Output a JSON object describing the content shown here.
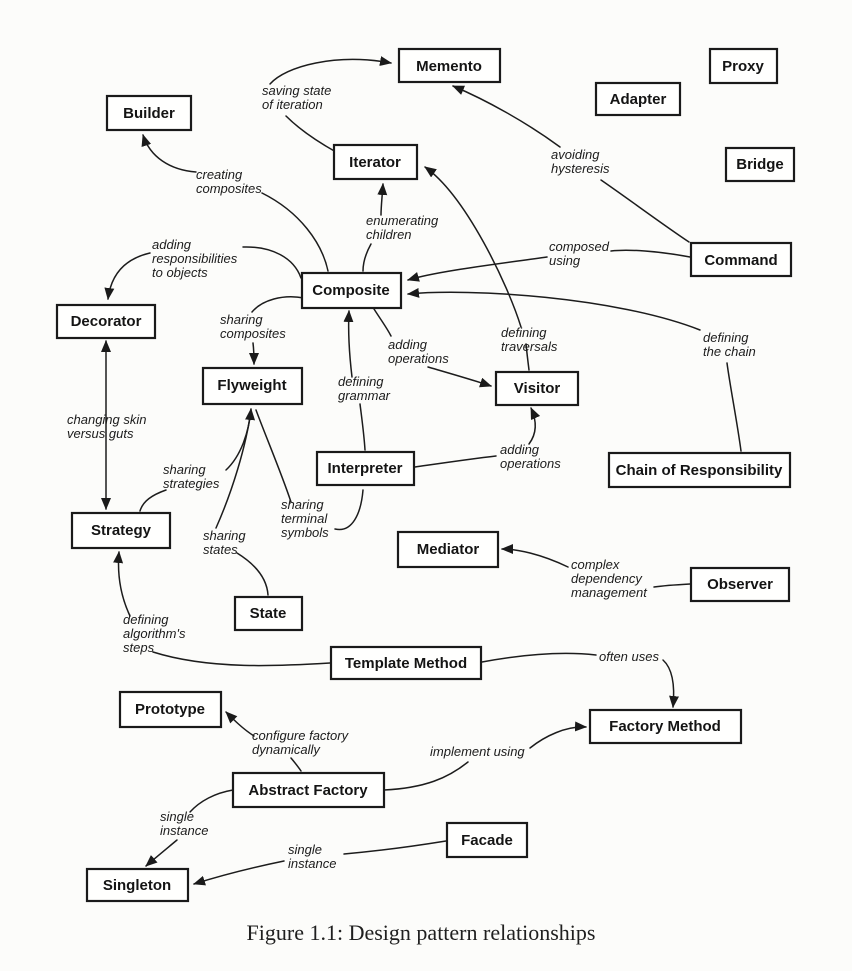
{
  "page": {
    "caption": "Figure 1.1: Design pattern relationships",
    "background": "#fcfcfa",
    "ink": "#1c1c1c",
    "box_fill": "#fffffe"
  },
  "patterns": {
    "builder": "Builder",
    "memento": "Memento",
    "proxy": "Proxy",
    "adapter": "Adapter",
    "iterator": "Iterator",
    "bridge": "Bridge",
    "command": "Command",
    "composite": "Composite",
    "decorator": "Decorator",
    "flyweight": "Flyweight",
    "visitor": "Visitor",
    "interpreter": "Interpreter",
    "chain_of_responsibility": "Chain of Responsibility",
    "strategy": "Strategy",
    "mediator": "Mediator",
    "observer": "Observer",
    "state": "State",
    "template_method": "Template Method",
    "prototype": "Prototype",
    "factory_method": "Factory Method",
    "abstract_factory": "Abstract Factory",
    "facade": "Facade",
    "singleton": "Singleton"
  },
  "labels": {
    "saving_state": [
      "saving state",
      "of iteration"
    ],
    "creating_composites": [
      "creating",
      "composites"
    ],
    "avoiding_hysteresis": [
      "avoiding",
      "hysteresis"
    ],
    "enumerating_children": [
      "enumerating",
      "children"
    ],
    "composed_using": [
      "composed",
      "using"
    ],
    "adding_responsibilities": [
      "adding",
      "responsibilities",
      "to objects"
    ],
    "sharing_composites": [
      "sharing",
      "composites"
    ],
    "adding_operations_composite": [
      "adding",
      "operations"
    ],
    "defining_traversals": [
      "defining",
      "traversals"
    ],
    "defining_the_chain": [
      "defining",
      "the chain"
    ],
    "defining_grammar": [
      "defining",
      "grammar"
    ],
    "changing_skin": [
      "changing skin",
      "versus guts"
    ],
    "sharing_strategies": [
      "sharing",
      "strategies"
    ],
    "adding_operations_interpreter": [
      "adding",
      "operations"
    ],
    "sharing_terminal": [
      "sharing",
      "terminal",
      "symbols"
    ],
    "sharing_states": [
      "sharing",
      "states"
    ],
    "complex_dependency": [
      "complex",
      "dependency",
      "management"
    ],
    "defining_algorithms": [
      "defining",
      "algorithm's",
      "steps"
    ],
    "often_uses": [
      "often uses"
    ],
    "configure_factory": [
      "configure factory",
      "dynamically"
    ],
    "implement_using": [
      "implement using"
    ],
    "single_instance_left": [
      "single",
      "instance"
    ],
    "single_instance_right": [
      "single",
      "instance"
    ]
  },
  "edges": [
    {
      "from": "iterator",
      "to": "memento",
      "label": "saving state of iteration"
    },
    {
      "from": "composite",
      "to": "builder",
      "label": "creating composites"
    },
    {
      "from": "composite",
      "to": "iterator",
      "label": "enumerating children"
    },
    {
      "from": "command",
      "to": "memento",
      "label": "avoiding hysteresis"
    },
    {
      "from": "command",
      "to": "composite",
      "label": "composed using"
    },
    {
      "from": "visitor",
      "to": "iterator",
      "label": "defining traversals"
    },
    {
      "from": "chain_of_responsibility",
      "to": "composite",
      "label": "defining the chain"
    },
    {
      "from": "composite",
      "to": "decorator",
      "label": "adding responsibilities to objects"
    },
    {
      "from": "decorator",
      "to": "strategy",
      "label": "changing skin versus guts",
      "bidirectional": true
    },
    {
      "from": "composite",
      "to": "flyweight",
      "label": "sharing composites"
    },
    {
      "from": "strategy",
      "to": "flyweight",
      "label": "sharing strategies"
    },
    {
      "from": "state",
      "to": "flyweight",
      "label": "sharing states"
    },
    {
      "from": "interpreter",
      "to": "flyweight",
      "label": "sharing terminal symbols"
    },
    {
      "from": "interpreter",
      "to": "composite",
      "label": "defining grammar"
    },
    {
      "from": "composite",
      "to": "visitor",
      "label": "adding operations"
    },
    {
      "from": "interpreter",
      "to": "visitor",
      "label": "adding operations"
    },
    {
      "from": "template_method",
      "to": "strategy",
      "label": "defining algorithm's steps"
    },
    {
      "from": "template_method",
      "to": "factory_method",
      "label": "often uses"
    },
    {
      "from": "observer",
      "to": "mediator",
      "label": "complex dependency management"
    },
    {
      "from": "abstract_factory",
      "to": "prototype",
      "label": "configure factory dynamically"
    },
    {
      "from": "abstract_factory",
      "to": "factory_method",
      "label": "implement using"
    },
    {
      "from": "abstract_factory",
      "to": "singleton",
      "label": "single instance"
    },
    {
      "from": "facade",
      "to": "singleton",
      "label": "single instance"
    }
  ]
}
